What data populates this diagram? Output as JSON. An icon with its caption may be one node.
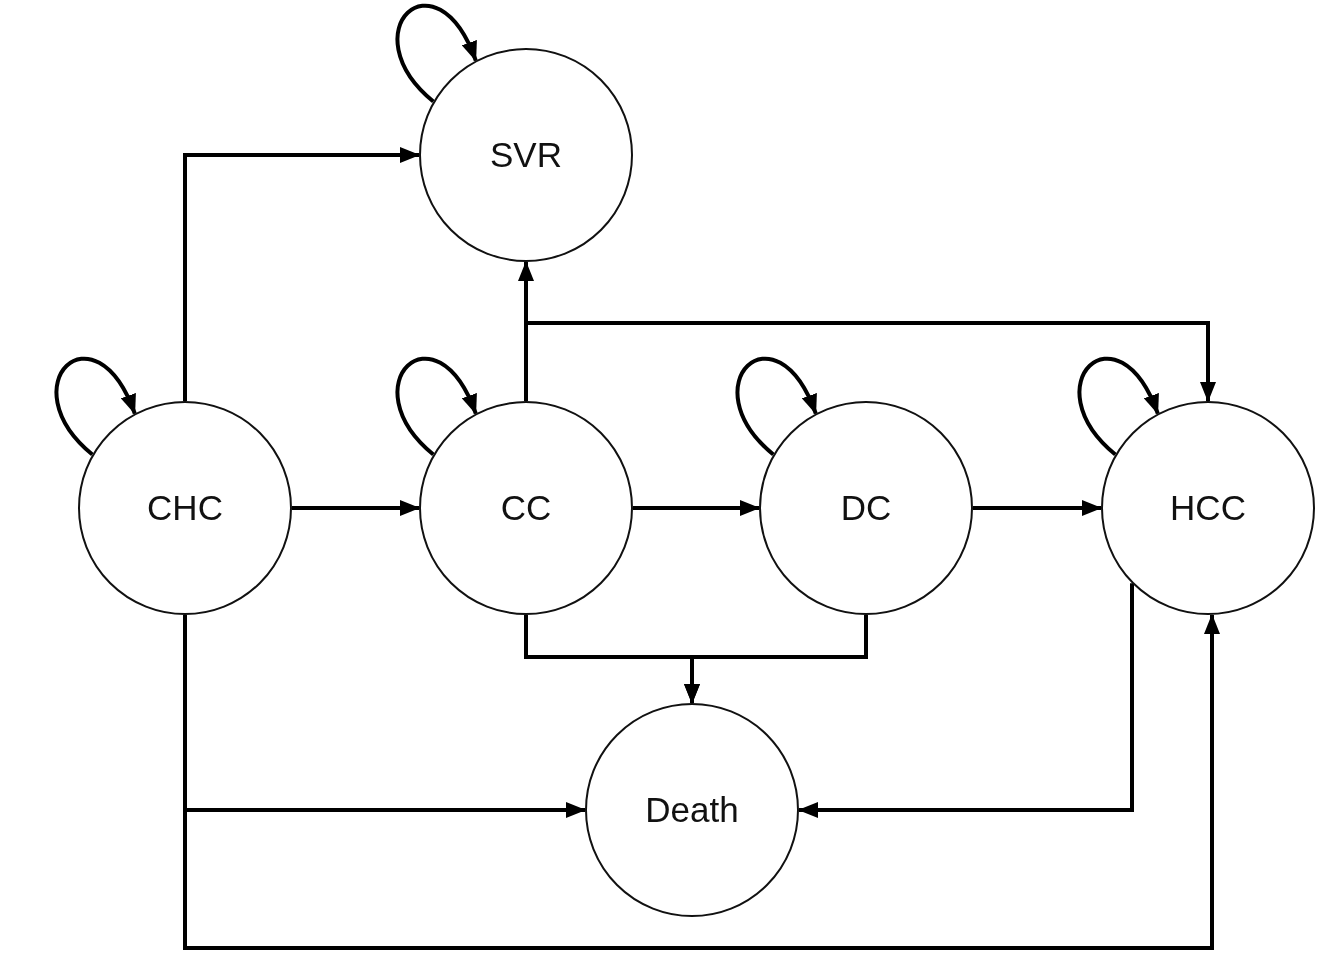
{
  "diagram": {
    "nodes": [
      {
        "text": [
          "SVR"
        ]
      },
      {
        "text": [
          "CHC"
        ]
      },
      {
        "text": [
          "CC"
        ]
      },
      {
        "text": [
          "DC"
        ]
      },
      {
        "text": [
          "HCC"
        ]
      },
      {
        "text": [
          "Death"
        ]
      }
    ],
    "edges": [
      {
        "from": 0,
        "to": 0,
        "arrow": "to"
      },
      {
        "from": 1,
        "to": 1,
        "arrow": "to"
      },
      {
        "from": 2,
        "to": 2,
        "arrow": "to"
      },
      {
        "from": 3,
        "to": 3,
        "arrow": "to"
      },
      {
        "from": 4,
        "to": 4,
        "arrow": "to"
      },
      {
        "from": 1,
        "to": 0,
        "arrow": "to"
      },
      {
        "from": 1,
        "to": 2,
        "arrow": "to"
      },
      {
        "from": 2,
        "to": 3,
        "arrow": "to"
      },
      {
        "from": 3,
        "to": 4,
        "arrow": "to"
      },
      {
        "from": 2,
        "to": 0,
        "arrow": "to"
      },
      {
        "from": 2,
        "to": 4,
        "arrow": "to"
      },
      {
        "from": 2,
        "to": 5,
        "arrow": "to"
      },
      {
        "from": 3,
        "to": 5,
        "arrow": "to"
      },
      {
        "from": 1,
        "to": 5,
        "arrow": "to"
      },
      {
        "from": 1,
        "to": 4,
        "arrow": "to"
      },
      {
        "from": 4,
        "to": 5,
        "arrow": "to"
      }
    ]
  }
}
